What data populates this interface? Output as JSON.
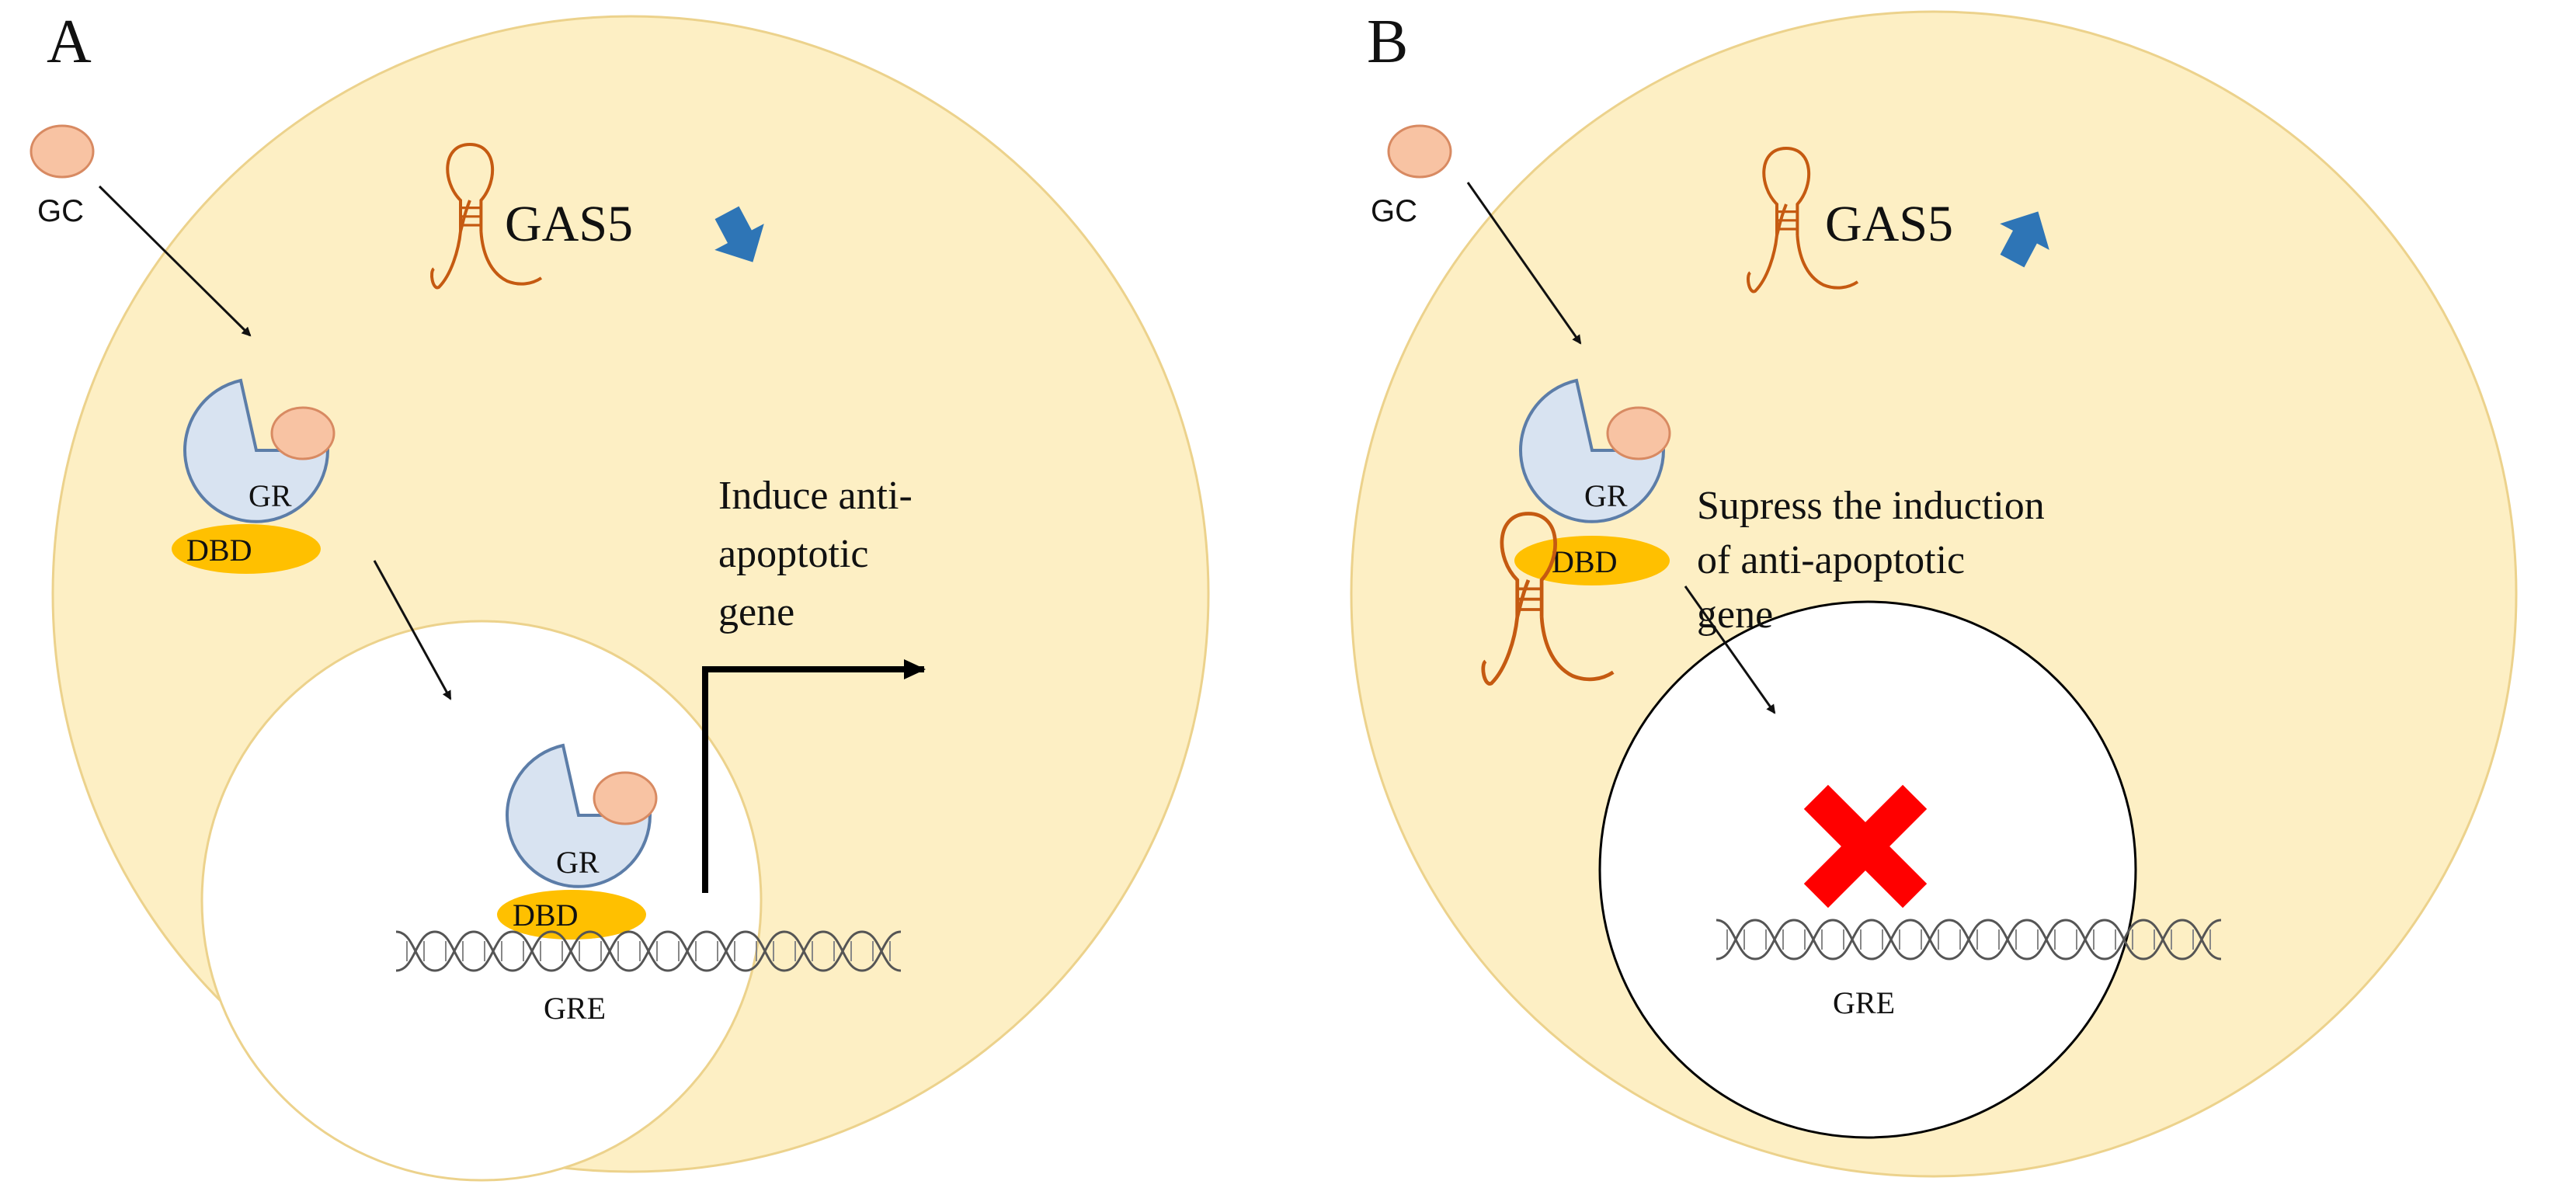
{
  "colors": {
    "cell_fill": "#fdefc4",
    "cell_stroke": "#ecd28c",
    "nucleus_fill": "#ffffff",
    "gc_fill": "#f8c3a3",
    "gc_stroke": "#d88a62",
    "gr_fill": "#d8e3f1",
    "gr_stroke": "#5c7da8",
    "dbd_fill": "#ffc000",
    "rna_stroke": "#c55a11",
    "arrow_blue": "#2e75b6",
    "cross_red": "#ff0000",
    "text": "#111111"
  },
  "icons": {
    "gas5_rna": "hairpin-rna-icon",
    "down_arrow": "down-arrow-icon",
    "up_arrow": "up-arrow-icon",
    "cross": "red-x-icon",
    "dna": "dna-helix-icon"
  },
  "panel_a": {
    "label": "A",
    "gc_label": "GC",
    "gas5_label": "GAS5",
    "gas5_trend": "down",
    "gr_label": "GR",
    "dbd_label": "DBD",
    "nuclear_gr_label": "GR",
    "nuclear_dbd_label": "DBD",
    "gre_label": "GRE",
    "note_lines": [
      "Induce anti-",
      "apoptotic",
      "gene"
    ]
  },
  "panel_b": {
    "label": "B",
    "gc_label": "GC",
    "gas5_label": "GAS5",
    "gas5_trend": "up",
    "gr_label": "GR",
    "dbd_label": "DBD",
    "gre_label": "GRE",
    "note_lines": [
      "Supress the induction",
      "of  anti-apoptotic",
      "gene"
    ]
  }
}
